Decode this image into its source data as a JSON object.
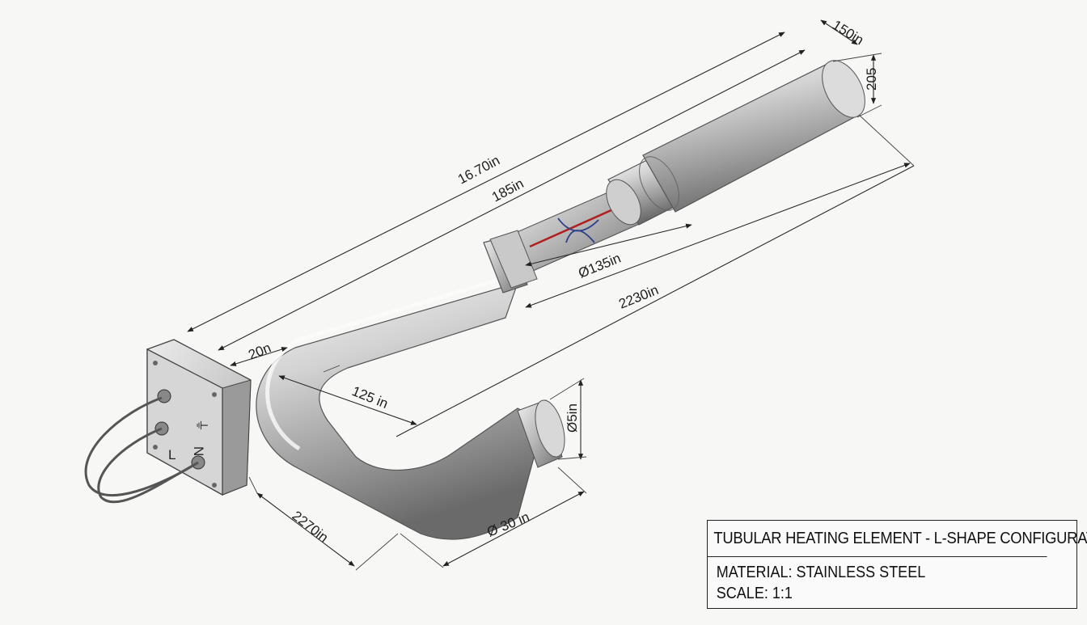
{
  "dimensions": {
    "overall_length": "16.70in",
    "tube_length": "185in",
    "end_diameter_top": "150in",
    "end_height": "205",
    "mid_diameter": "Ø135in",
    "return_length": "2230in",
    "terminal_offset": "20n",
    "bend_inner": "125 in",
    "end_fitting_diameter": "Ø5in",
    "bottom_length": "2270in",
    "bend_diameter": "Ø 30 in"
  },
  "terminal_labels": {
    "left": "L",
    "right": "N",
    "ground": "⏚"
  },
  "title_block": {
    "title": "TUBULAR HEATING ELEMENT - L-SHAPE CONFIGURATION",
    "material": "MATERIAL: STAINLESS STEEL",
    "scale": "SCALE: 1:1"
  },
  "colors": {
    "steel_light": "#e8e8e8",
    "steel_mid": "#a9a9a9",
    "steel_dark": "#6d6d6d",
    "wire_red": "#b01e1e",
    "wire_blue": "#2c3e8a"
  }
}
